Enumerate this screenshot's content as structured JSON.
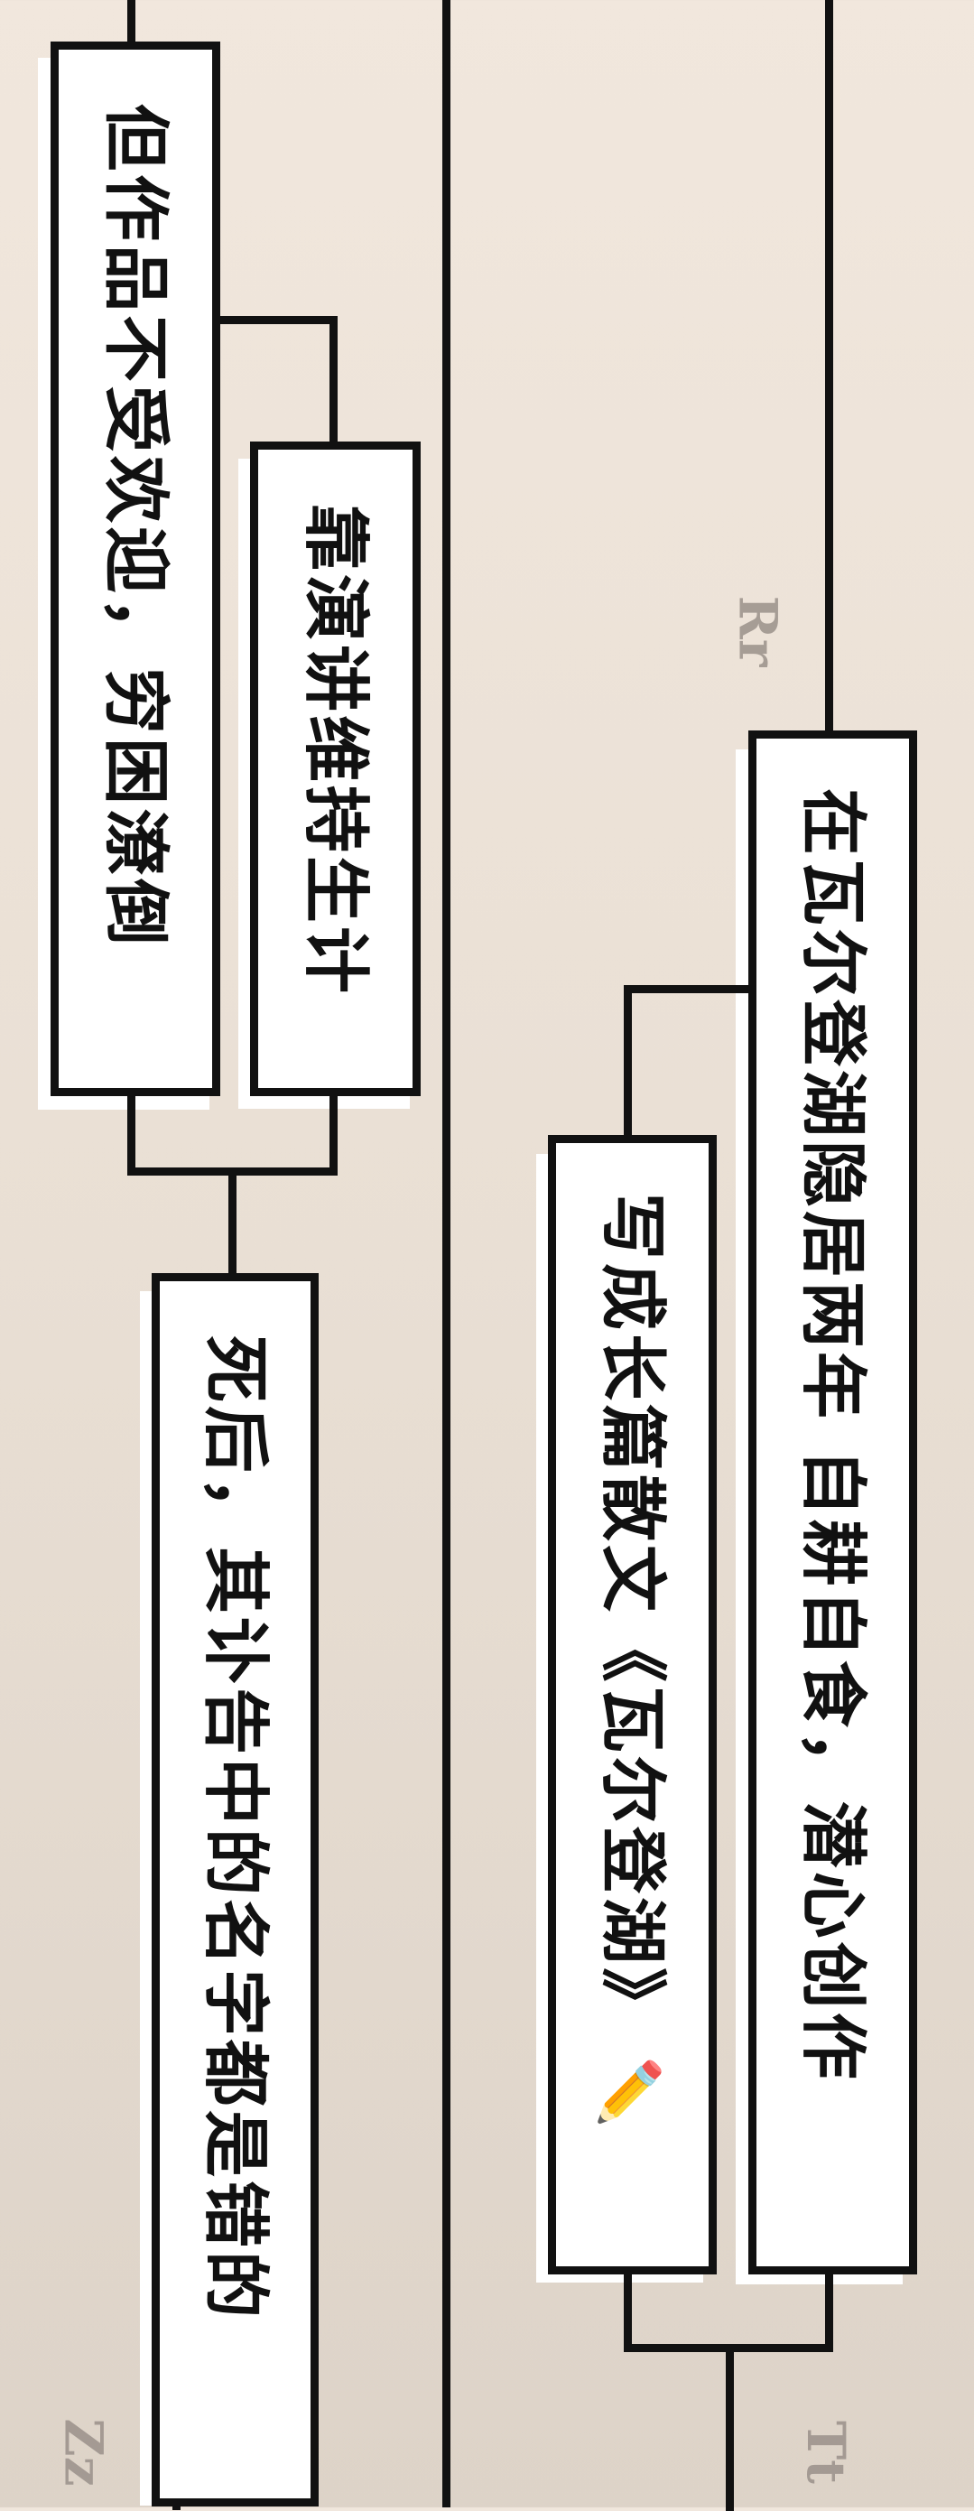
{
  "nodes": {
    "left_top": "但作品不受欢迎，穷困潦倒",
    "left_branch": "靠演讲维持生计",
    "left_bottom": "死后，其讣告中的名字都是错的",
    "right_top": "在瓦尔登湖隐居两年 自耕自食，潜心创作",
    "right_branch": "写成长篇散文《瓦尔登湖》"
  },
  "icons": {
    "pencil": "✏️"
  },
  "watermarks": {
    "rr": "Rr",
    "zz": "Zz",
    "tt": "Tt"
  },
  "colors": {
    "line": "#111111",
    "box": "#ffffff",
    "background": "#ece2d7"
  }
}
